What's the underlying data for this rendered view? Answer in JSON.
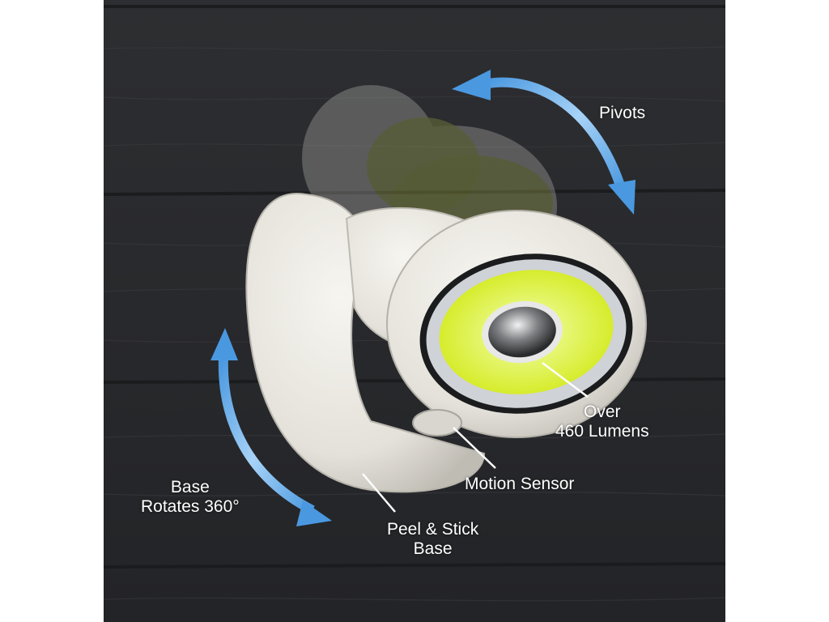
{
  "callouts": {
    "pivots": {
      "lines": [
        "Pivots"
      ]
    },
    "lumens": {
      "lines": [
        "Over",
        "460 Lumens"
      ]
    },
    "motion_sensor": {
      "lines": [
        "Motion Sensor"
      ]
    },
    "base_rotates": {
      "lines": [
        "Base",
        "Rotates 360°"
      ]
    },
    "peel_stick": {
      "lines": [
        "Peel & Stick",
        "Base"
      ]
    }
  },
  "colors": {
    "wood": "#2a2b2e",
    "housing": "#e9e6df",
    "led_ring": "#dff23a",
    "arrow": "#5ea8e6",
    "label_text": "#ffffff"
  }
}
